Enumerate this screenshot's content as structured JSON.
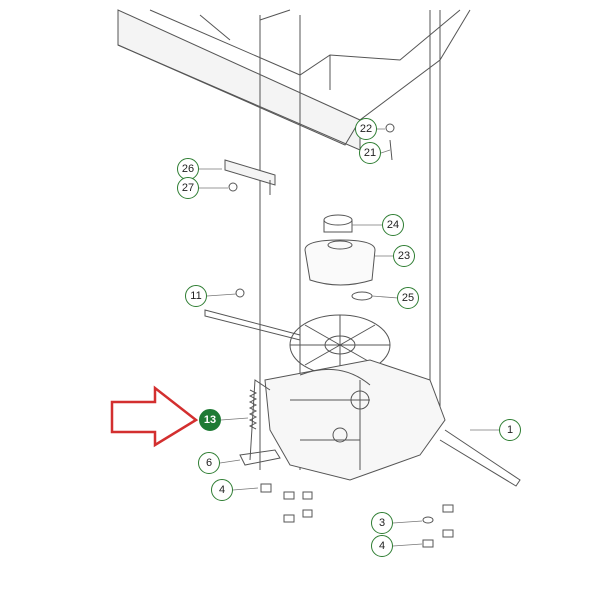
{
  "diagram": {
    "title": "Transmission assembly exploded parts view",
    "callouts": [
      "22",
      "21",
      "26",
      "27",
      "24",
      "23",
      "11",
      "25",
      "13",
      "1",
      "6",
      "4",
      "3",
      "4"
    ],
    "highlighted_callout": "13",
    "colors": {
      "callout_border": "#2e7d32",
      "highlight_fill": "#1e7a34",
      "arrow": "#d32f2f",
      "line": "#555555"
    }
  }
}
